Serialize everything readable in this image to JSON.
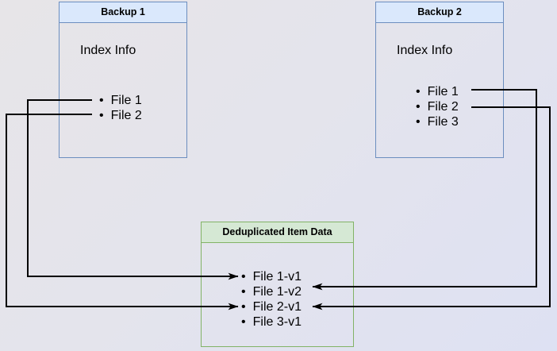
{
  "diagram": {
    "backup1": {
      "title": "Backup 1",
      "body_label": "Index Info",
      "items": [
        "File 1",
        "File 2"
      ]
    },
    "backup2": {
      "title": "Backup 2",
      "body_label": "Index Info",
      "items": [
        "File 1",
        "File 2",
        "File 3"
      ]
    },
    "dedup": {
      "title": "Deduplicated Item Data",
      "items": [
        "File 1-v1",
        "File 1-v2",
        "File 2-v1",
        "File 3-v1"
      ]
    },
    "connections": [
      {
        "from": "Backup 1 / File 1",
        "to": "Deduplicated Item Data / File 1-v1"
      },
      {
        "from": "Backup 1 / File 2",
        "to": "Deduplicated Item Data / File 2-v1"
      },
      {
        "from": "Backup 2 / File 1",
        "to": "Deduplicated Item Data / File 1-v2"
      },
      {
        "from": "Backup 2 / File 2",
        "to": "Deduplicated Item Data / File 2-v1"
      }
    ],
    "colors": {
      "backup_header_fill": "#dae8fc",
      "backup_border": "#6c8ebf",
      "dedup_header_fill": "#d5e8d4",
      "dedup_border": "#82b366",
      "connector": "#000000",
      "text": "#000000"
    }
  }
}
